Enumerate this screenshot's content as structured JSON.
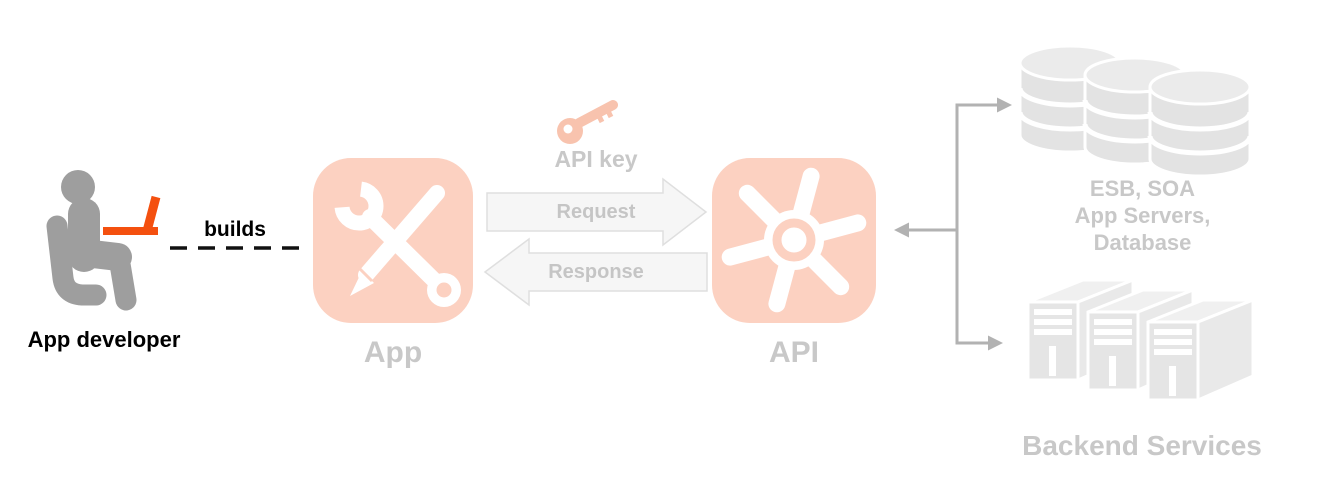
{
  "developer": {
    "label": "App developer",
    "builds": "builds"
  },
  "app": {
    "label": "App"
  },
  "api_key": {
    "label": "API key"
  },
  "arrows": {
    "request": "Request",
    "response": "Response"
  },
  "api": {
    "label": "API"
  },
  "backend": {
    "datastore": {
      "lines": [
        "ESB, SOA",
        "App Servers,",
        "Database"
      ]
    },
    "services": {
      "label": "Backend Services"
    }
  },
  "icons": {
    "developer": "person-at-laptop-icon",
    "app": "wrench-and-pencil-icon",
    "api_key": "key-icon",
    "api": "gear-icon",
    "datastore": "database-stack-icon",
    "backend_services": "server-stack-icon"
  },
  "colors": {
    "icon_salmon": "#fcd1c1",
    "key_salmon": "#f8c3ae",
    "laptop_orange": "#f4500f",
    "person_gray": "#9e9e9e",
    "label_gray": "#c8c8c8",
    "arrow_fill": "#f6f6f6",
    "arrow_border": "#dfdfdf",
    "connector_gray": "#b2b2b2",
    "asset_gray": "#e5e5e5",
    "text_black": "#000000"
  }
}
